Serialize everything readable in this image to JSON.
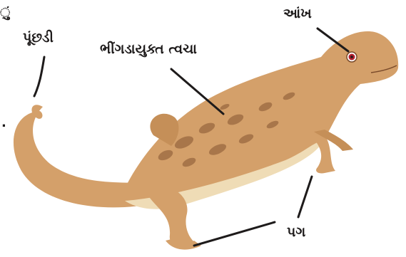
{
  "labels": {
    "tail": "પૂંછડી",
    "skin": "ભીંગડાયુક્ત ત્વચા",
    "eye": "આંખ",
    "leg": "પગ"
  },
  "fragments": {
    "top_left_char": "ું",
    "left_dot": "."
  },
  "colors": {
    "body": "#d4a06a",
    "body_shade": "#c58f58",
    "belly": "#efdcb6",
    "spots": "#a8764a",
    "eye_iris": "#b3202e",
    "leader_lines": "#1e1b1b"
  }
}
